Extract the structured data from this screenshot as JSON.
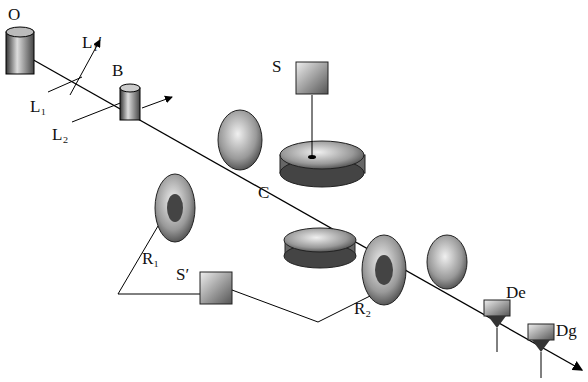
{
  "diagram": {
    "labels": [
      "O",
      "L₁′",
      "L₁",
      "L₂",
      "B",
      "S",
      "C",
      "R₁",
      "S′",
      "R₂",
      "De",
      "Dg"
    ]
  }
}
